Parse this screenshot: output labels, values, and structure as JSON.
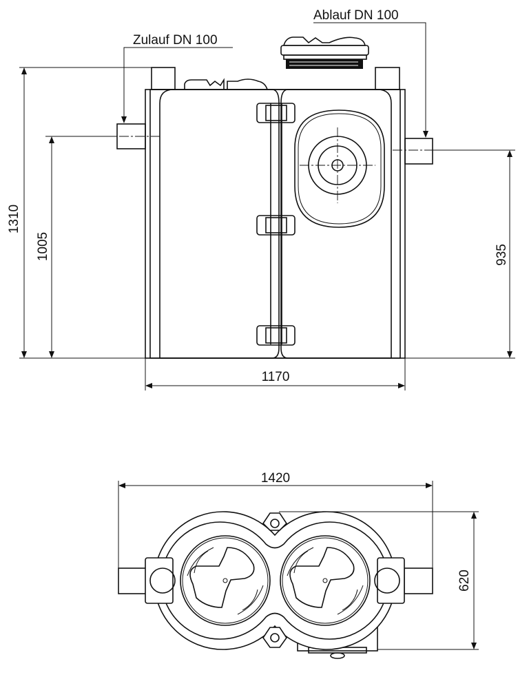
{
  "labels": {
    "inlet": "Zulauf DN 100",
    "outlet": "Ablauf DN 100"
  },
  "dimensions": {
    "total_height": "1310",
    "inlet_height": "1005",
    "outlet_height": "935",
    "width_front": "1170",
    "length_top": "1420",
    "width_top": "620"
  }
}
